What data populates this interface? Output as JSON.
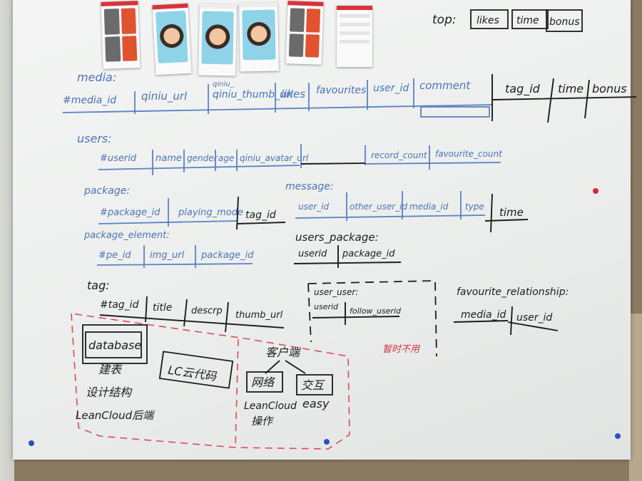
{
  "top_label": "top:",
  "top_boxes": [
    "likes",
    "time",
    "bonus"
  ],
  "media": {
    "title": "media:",
    "blue_fields": [
      "#media_id",
      "qiniu_url",
      "qiniu_thumb_url",
      "likes",
      "favourites",
      "user_id",
      "comment"
    ],
    "black_fields": [
      "tag_id",
      "time",
      "bonus"
    ]
  },
  "users": {
    "title": "users:",
    "fields": [
      "#userid",
      "name",
      "gender",
      "age",
      "qiniu_avatar_url",
      "record_count",
      "favourite_count"
    ]
  },
  "package": {
    "title": "package:",
    "fields": [
      "#package_id",
      "playing_mode"
    ],
    "extra_field": "tag_id"
  },
  "message": {
    "title": "message:",
    "fields": [
      "user_id",
      "other_user_id",
      "media_id",
      "type"
    ],
    "extra_field": "time"
  },
  "package_element": {
    "title": "package_element:",
    "fields": [
      "#pe_id",
      "img_url",
      "package_id"
    ]
  },
  "users_package": {
    "title": "users_package:",
    "fields": [
      "userid",
      "package_id"
    ]
  },
  "tag": {
    "title": "tag:",
    "fields": [
      "#tag_id",
      "title",
      "descrp",
      "thumb_url"
    ]
  },
  "user_user": {
    "title": "user_user:",
    "fields": [
      "userid",
      "follow_userid"
    ],
    "note": "暂时不用"
  },
  "favourite_relationship": {
    "title": "favourite_relationship:",
    "fields": [
      "media_id",
      "user_id"
    ]
  },
  "plan": {
    "database_box": "database",
    "database_lines": [
      "建表",
      "设计结构",
      "LeanCloud后端"
    ],
    "lc_box": "LC云代码",
    "client_label": "客户端",
    "network_box": "网络",
    "interaction_box": "交互",
    "client_notes": [
      "LeanCloud",
      "操作",
      "easy"
    ]
  },
  "colors": {
    "blue_marker": "#4a73b8",
    "black_marker": "#1c1c1c",
    "red_marker": "#d43440",
    "board": "#eef0ef"
  }
}
